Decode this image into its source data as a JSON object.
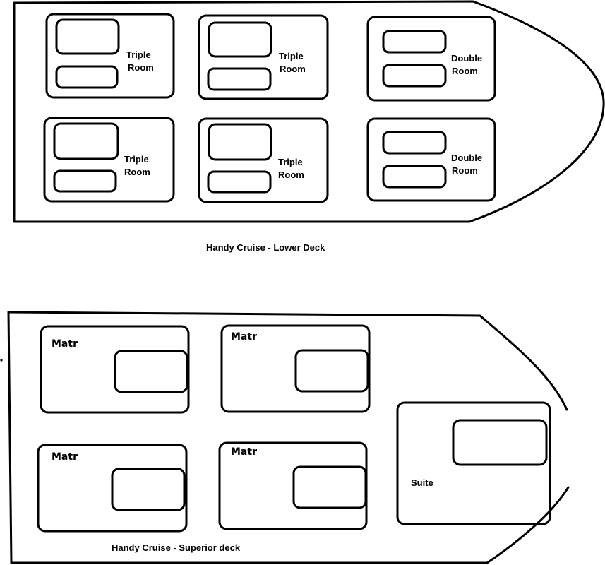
{
  "lower_deck": {
    "caption": "Handy Cruise - Lower Deck",
    "rooms": [
      {
        "label_line1": "Triple",
        "label_line2": "Room"
      },
      {
        "label_line1": "Triple",
        "label_line2": "Room"
      },
      {
        "label_line1": "Double",
        "label_line2": "Room"
      },
      {
        "label_line1": "Triple",
        "label_line2": "Room"
      },
      {
        "label_line1": "Triple",
        "label_line2": "Room"
      },
      {
        "label_line1": "Double",
        "label_line2": "Room"
      }
    ]
  },
  "superior_deck": {
    "caption": "Handy Cruise - Superior deck",
    "rooms": [
      {
        "label": "Matr"
      },
      {
        "label": "Matr"
      },
      {
        "label": "Matr"
      },
      {
        "label": "Matr"
      },
      {
        "label": "Suite"
      }
    ]
  }
}
